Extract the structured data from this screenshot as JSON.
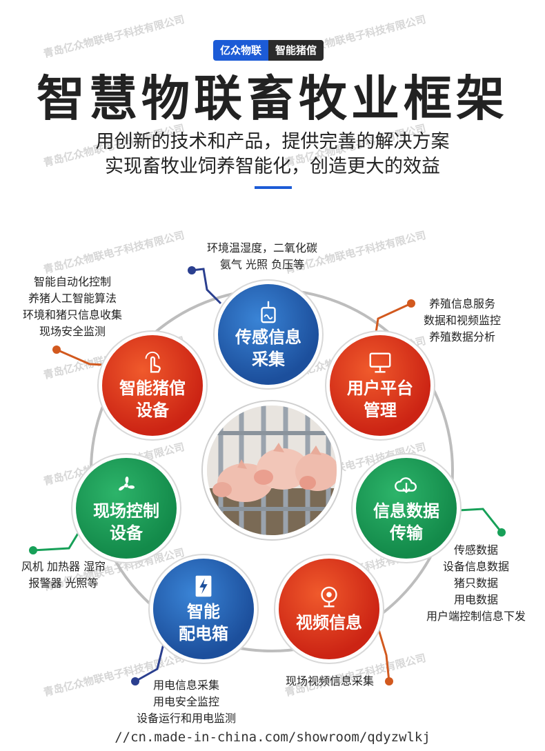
{
  "watermark_text": "青岛亿众物联电子科技有限公司",
  "header": {
    "tag_brand": "亿众物联",
    "tag_product": "智能猪倌",
    "title": "智慧物联畜牧业框架",
    "subtitle_line1": "用创新的技术和产品，提供完善的解决方案",
    "subtitle_line2": "实现畜牧业饲养智能化，创造更大的效益",
    "accent_color": "#1c5bd6"
  },
  "nodes": [
    {
      "id": "sensor",
      "line1": "传感信息",
      "line2": "采集",
      "color": "blue",
      "icon": "sensor-icon",
      "notes": [
        "环境温湿度，二氧化碳",
        "氨气 光照 负压等"
      ]
    },
    {
      "id": "platform",
      "line1": "用户平台",
      "line2": "管理",
      "color": "red",
      "icon": "monitor-icon",
      "notes": [
        "养殖信息服务",
        "数据和视频监控",
        "养殖数据分析"
      ]
    },
    {
      "id": "transfer",
      "line1": "信息数据",
      "line2": "传输",
      "color": "green",
      "icon": "cloud-download-icon",
      "notes": [
        "传感数据",
        "设备信息数据",
        "猪只数据",
        "用电数据",
        "用户端控制信息下发"
      ]
    },
    {
      "id": "video",
      "line1": "视频信息",
      "line2": "",
      "color": "red",
      "icon": "camera-icon",
      "notes": [
        "现场视频信息采集"
      ]
    },
    {
      "id": "power",
      "line1": "智能",
      "line2": "配电箱",
      "color": "blue",
      "icon": "power-icon",
      "notes": [
        "用电信息采集",
        "用电安全监控",
        "设备运行和用电监测"
      ]
    },
    {
      "id": "control",
      "line1": "现场控制",
      "line2": "设备",
      "color": "green",
      "icon": "fan-icon",
      "notes": [
        "风机 加热器 湿帘",
        "报警器 光照等"
      ]
    },
    {
      "id": "device",
      "line1": "智能猪倌",
      "line2": "设备",
      "color": "red",
      "icon": "touch-icon",
      "notes": [
        "智能自动化控制",
        "养猪人工智能算法",
        "环境和猪只信息收集",
        "现场安全监测"
      ]
    }
  ],
  "center_image": "pigs-photo",
  "colors": {
    "red": "#d83a1c",
    "blue": "#1c5bd6",
    "green": "#17a058",
    "dark_blue": "#2a3f8f"
  },
  "footer": {
    "url": "//cn.made-in-china.com/showroom/qdyzwlkj"
  }
}
